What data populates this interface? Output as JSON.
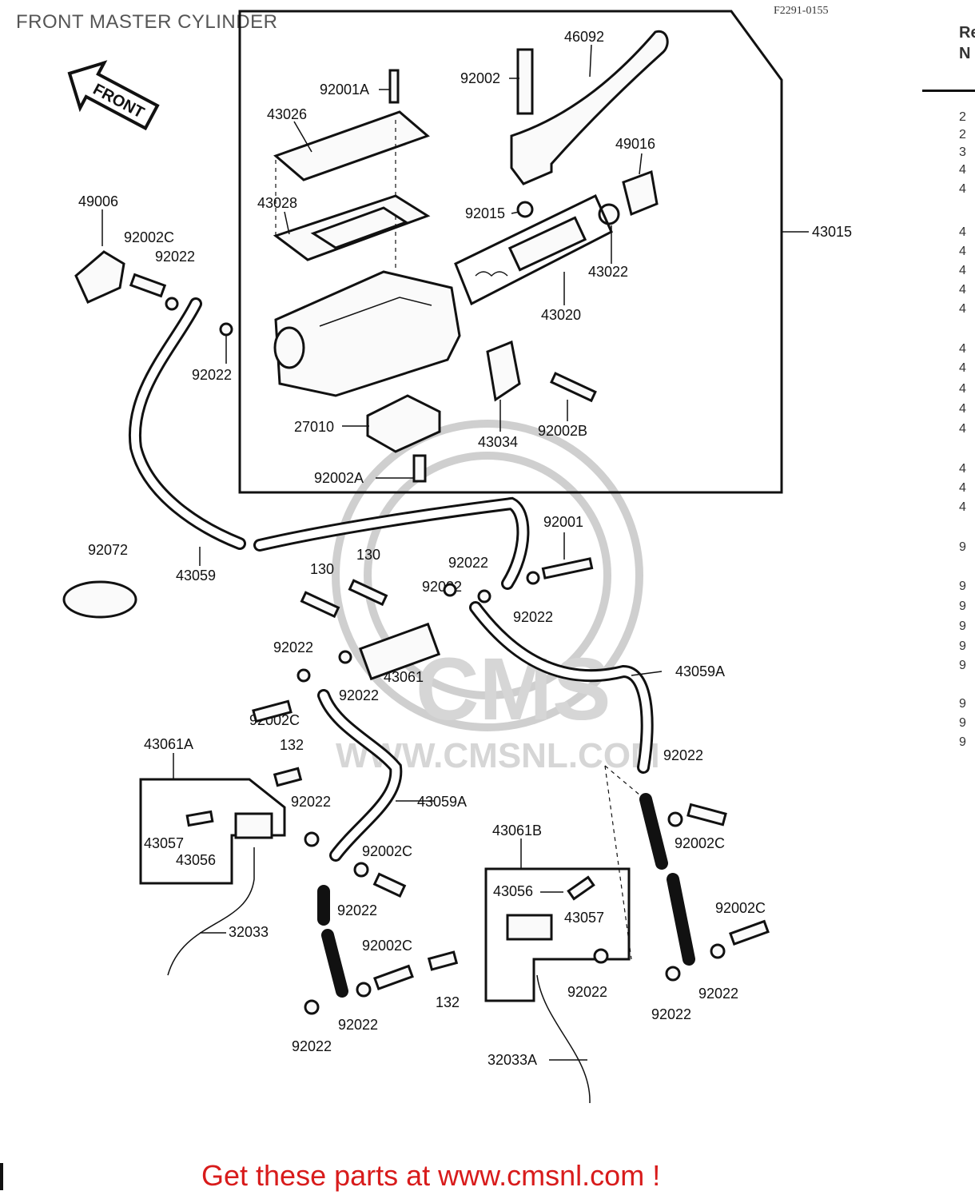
{
  "page": {
    "title": "FRONT MASTER CYLINDER",
    "diagram_code": "F2291-0155",
    "cta": "Get these parts at www.cmsnl.com !"
  },
  "diagram": {
    "front_arrow": "FRONT",
    "watermark": {
      "brand": "CMS",
      "url": "WWW.CMSNL.COM"
    },
    "labels": [
      {
        "id": "46092",
        "text": "46092"
      },
      {
        "id": "92002",
        "text": "92002"
      },
      {
        "id": "92001A",
        "text": "92001A"
      },
      {
        "id": "43026",
        "text": "43026"
      },
      {
        "id": "49016",
        "text": "49016"
      },
      {
        "id": "49006",
        "text": "49006"
      },
      {
        "id": "92002C-1",
        "text": "92002C"
      },
      {
        "id": "92022-1",
        "text": "92022"
      },
      {
        "id": "43028",
        "text": "43028"
      },
      {
        "id": "92015",
        "text": "92015"
      },
      {
        "id": "43015",
        "text": "43015"
      },
      {
        "id": "43022",
        "text": "43022"
      },
      {
        "id": "43020",
        "text": "43020"
      },
      {
        "id": "92022-2",
        "text": "92022"
      },
      {
        "id": "27010",
        "text": "27010"
      },
      {
        "id": "43034",
        "text": "43034"
      },
      {
        "id": "92002B",
        "text": "92002B"
      },
      {
        "id": "92002A",
        "text": "92002A"
      },
      {
        "id": "92001",
        "text": "92001"
      },
      {
        "id": "92072",
        "text": "92072"
      },
      {
        "id": "130-1",
        "text": "130"
      },
      {
        "id": "130-2",
        "text": "130"
      },
      {
        "id": "92022-3",
        "text": "92022"
      },
      {
        "id": "92022-4",
        "text": "92022"
      },
      {
        "id": "43059",
        "text": "43059"
      },
      {
        "id": "92022-5",
        "text": "92022"
      },
      {
        "id": "92022-6",
        "text": "92022"
      },
      {
        "id": "43061",
        "text": "43061"
      },
      {
        "id": "43059A-1",
        "text": "43059A"
      },
      {
        "id": "92022-7",
        "text": "92022"
      },
      {
        "id": "92002C-2",
        "text": "92002C"
      },
      {
        "id": "43061A",
        "text": "43061A"
      },
      {
        "id": "132-1",
        "text": "132"
      },
      {
        "id": "92022-8",
        "text": "92022"
      },
      {
        "id": "92022-9",
        "text": "92022"
      },
      {
        "id": "43059A-2",
        "text": "43059A"
      },
      {
        "id": "92002C-3",
        "text": "92002C"
      },
      {
        "id": "43057-1",
        "text": "43057"
      },
      {
        "id": "43056-1",
        "text": "43056"
      },
      {
        "id": "43061B",
        "text": "43061B"
      },
      {
        "id": "92002C-4",
        "text": "92002C"
      },
      {
        "id": "92022-10",
        "text": "92022"
      },
      {
        "id": "43056-2",
        "text": "43056"
      },
      {
        "id": "43057-2",
        "text": "43057"
      },
      {
        "id": "92002C-5",
        "text": "92002C"
      },
      {
        "id": "32033",
        "text": "32033"
      },
      {
        "id": "92002C-6",
        "text": "92002C"
      },
      {
        "id": "132-2",
        "text": "132"
      },
      {
        "id": "92022-11",
        "text": "92022"
      },
      {
        "id": "92022-12",
        "text": "92022"
      },
      {
        "id": "92022-13",
        "text": "92022"
      },
      {
        "id": "92022-14",
        "text": "92022"
      },
      {
        "id": "92022-15",
        "text": "92022"
      },
      {
        "id": "32033A",
        "text": "32033A"
      }
    ]
  },
  "side_column": {
    "header": [
      "Re",
      "N"
    ],
    "clipped_chars": [
      "2",
      "2",
      "3",
      "4",
      "4",
      "4",
      "4",
      "4",
      "4",
      "4",
      "4",
      "4",
      "4",
      "4",
      "4",
      "4",
      "4",
      "4",
      "9",
      "9",
      "9",
      "9",
      "9",
      "9",
      "9",
      "9",
      "9"
    ]
  }
}
